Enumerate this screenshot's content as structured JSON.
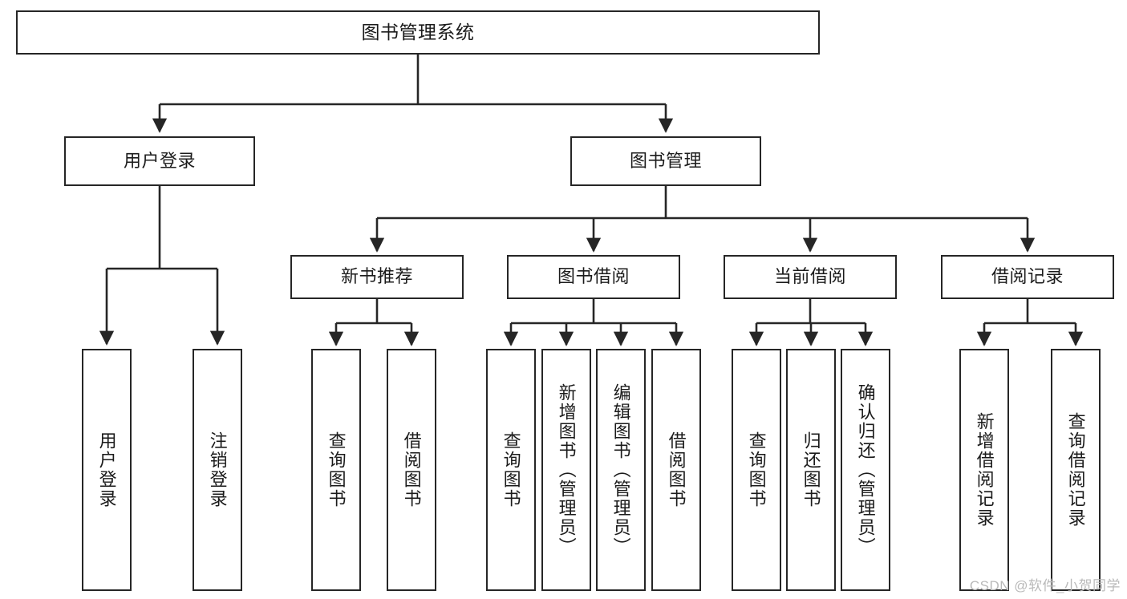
{
  "diagram": {
    "type": "tree",
    "title": "图书管理系统",
    "watermark": "CSDN @软件_小贺同学",
    "colors": {
      "box_border": "#262626",
      "box_fill": "#ffffff",
      "text": "#1b1b1b",
      "connector": "#262626",
      "watermark": "#b9b9b9"
    },
    "nodes": {
      "root": {
        "label": "图书管理系统",
        "orientation": "horizontal"
      },
      "user_login": {
        "label": "用户登录",
        "orientation": "horizontal"
      },
      "book_manage": {
        "label": "图书管理",
        "orientation": "horizontal"
      },
      "new_book_rec": {
        "label": "新书推荐",
        "orientation": "horizontal"
      },
      "book_borrow": {
        "label": "图书借阅",
        "orientation": "horizontal"
      },
      "current_borrow": {
        "label": "当前借阅",
        "orientation": "horizontal"
      },
      "borrow_record": {
        "label": "借阅记录",
        "orientation": "horizontal"
      },
      "leaf_user_login": {
        "label": "用户登录",
        "orientation": "vertical"
      },
      "leaf_user_logout": {
        "label": "注销登录",
        "orientation": "vertical"
      },
      "leaf_rec_query": {
        "label": "查询图书",
        "orientation": "vertical"
      },
      "leaf_rec_borrow": {
        "label": "借阅图书",
        "orientation": "vertical"
      },
      "leaf_borrow_query": {
        "label": "查询图书",
        "orientation": "vertical"
      },
      "leaf_borrow_add": {
        "label": "新增图书（管理员）",
        "orientation": "vertical"
      },
      "leaf_borrow_edit": {
        "label": "编辑图书（管理员）",
        "orientation": "vertical"
      },
      "leaf_borrow_borrow": {
        "label": "借阅图书",
        "orientation": "vertical"
      },
      "leaf_cur_query": {
        "label": "查询图书",
        "orientation": "vertical"
      },
      "leaf_cur_return": {
        "label": "归还图书",
        "orientation": "vertical"
      },
      "leaf_cur_confirm": {
        "label": "确认归还（管理员）",
        "orientation": "vertical"
      },
      "leaf_rec_add": {
        "label": "新增借阅记录",
        "orientation": "vertical"
      },
      "leaf_rec_search": {
        "label": "查询借阅记录",
        "orientation": "vertical"
      }
    }
  }
}
